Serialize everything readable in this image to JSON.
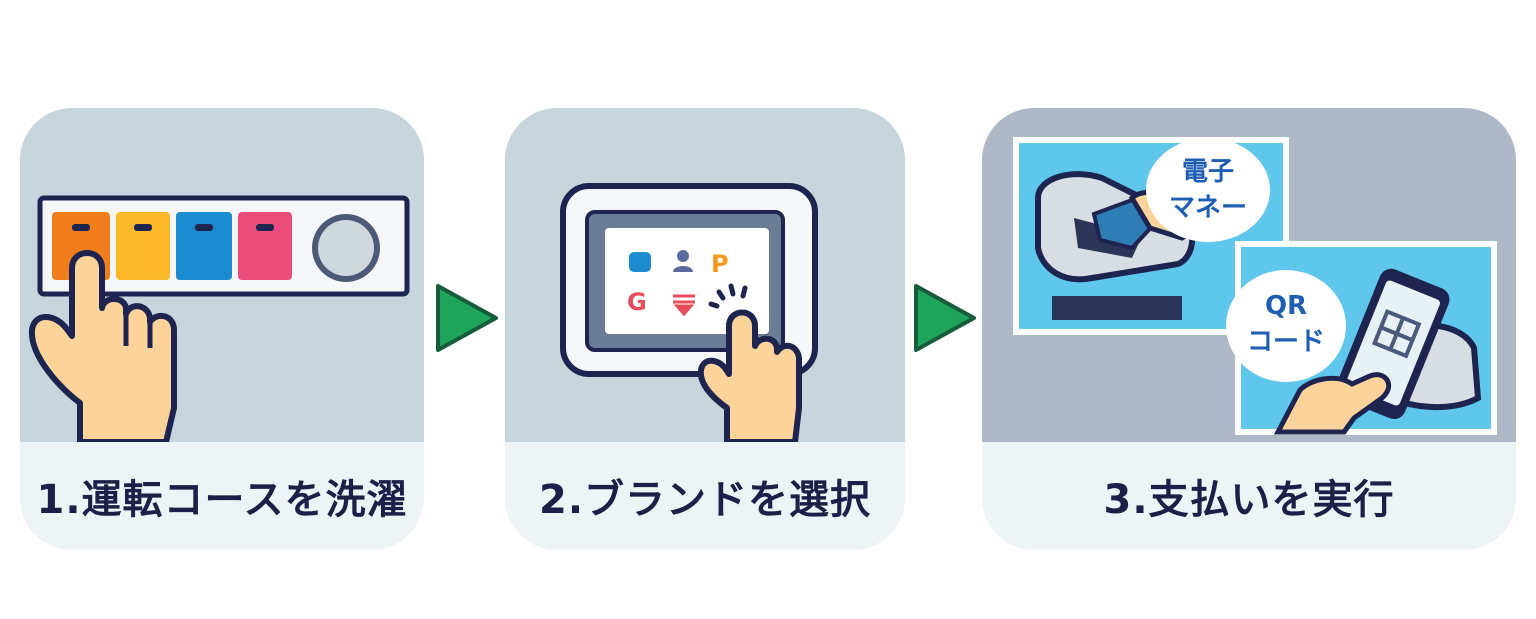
{
  "steps": [
    {
      "label": "1.運転コースを洗濯"
    },
    {
      "label": "2.ブランドを選択"
    },
    {
      "label": "3.支払いを実行"
    }
  ],
  "payment_options": {
    "emoney_line1": "電子",
    "emoney_line2": "マネー",
    "qr_line1": "QR",
    "qr_line2": "コード"
  },
  "colors": {
    "accent_arrow": "#1fa45c",
    "caption_text": "#1c1f47",
    "bubble_text": "#1e5fb4",
    "course_buttons": [
      "#f07c1c",
      "#fbb92a",
      "#1d8bd0",
      "#ec4c7c"
    ]
  }
}
